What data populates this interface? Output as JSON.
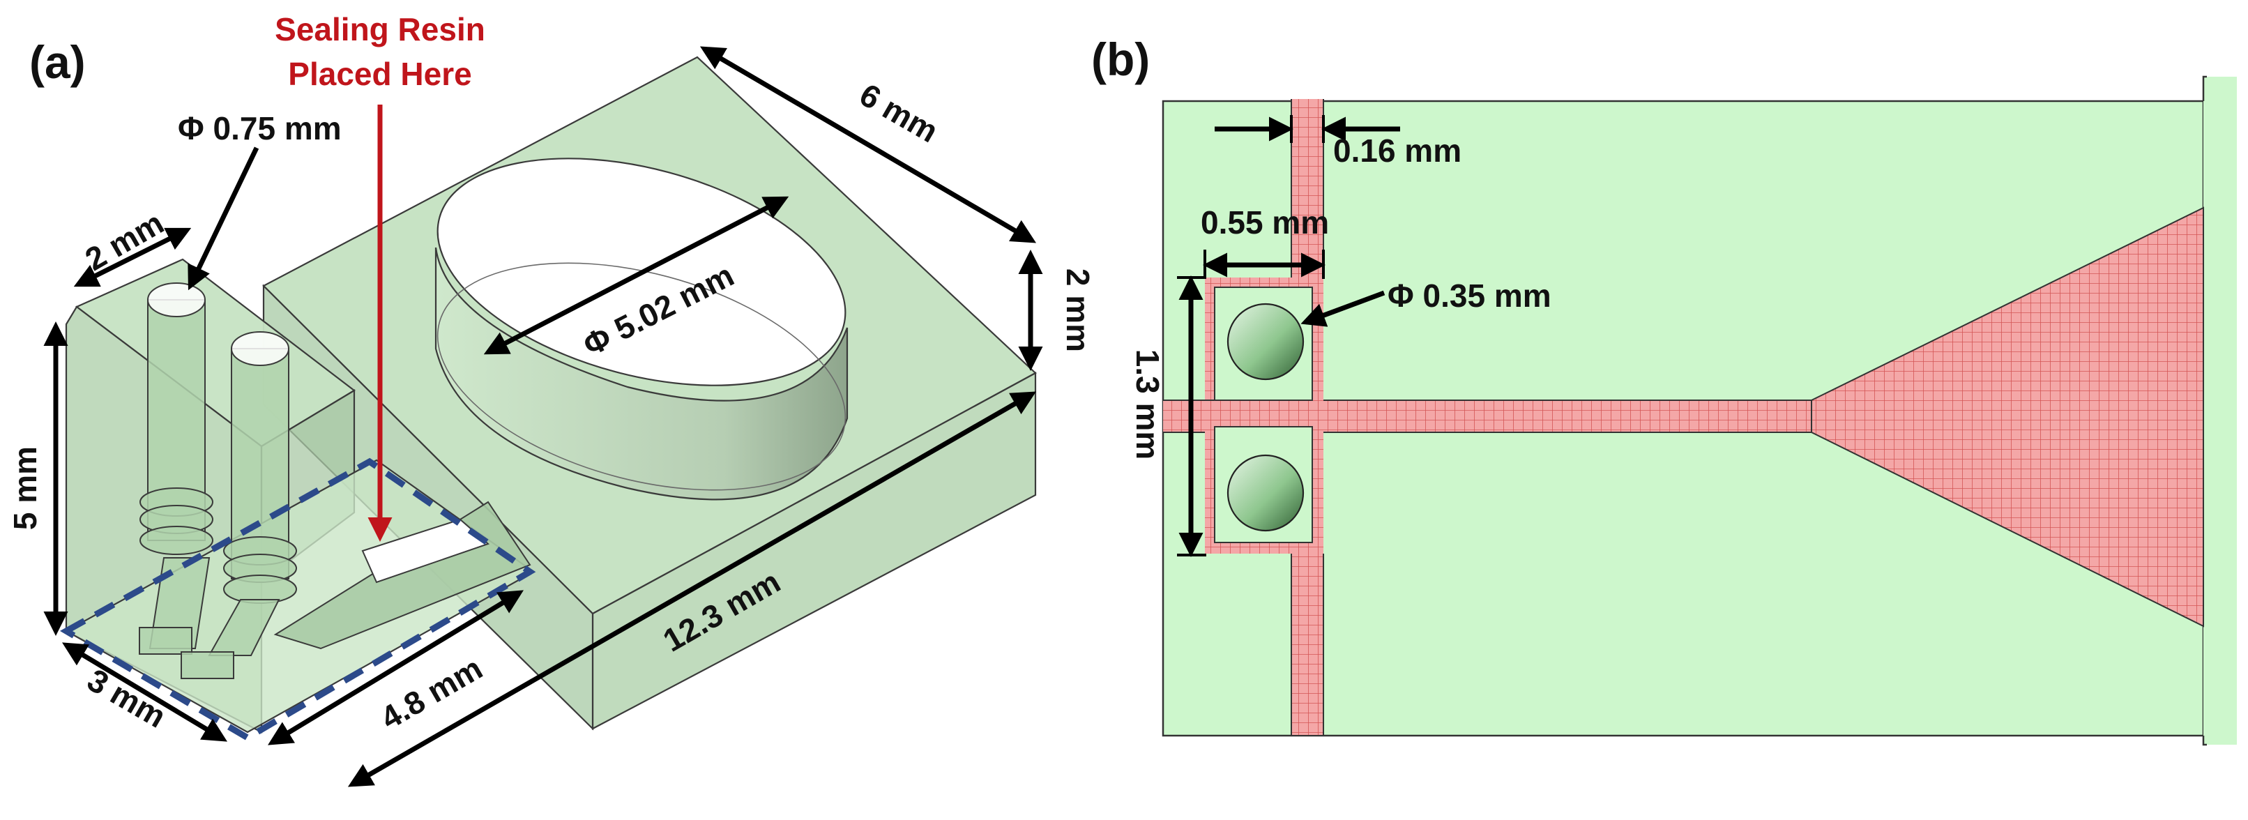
{
  "panel_a": {
    "label": "(a)",
    "annotation": {
      "line1": "Sealing Resin",
      "line2": "Placed Here",
      "color": "#c0151b"
    },
    "dims": {
      "hole": "Φ 0.75 mm",
      "width_2mm": "2 mm",
      "height_5mm": "5 mm",
      "depth_3mm": "3 mm",
      "length_4_8mm": "4.8 mm",
      "length_12_3mm": "12.3 mm",
      "width_6mm": "6 mm",
      "height_2mm": "2 mm",
      "well": "Φ  5.02 mm"
    },
    "colors": {
      "body": "#c6e3c3",
      "dashed_outline": "#2c4a8a"
    }
  },
  "panel_b": {
    "label": "(b)",
    "dims": {
      "gap": "0.16 mm",
      "width": "0.55 mm",
      "hole": "Φ 0.35 mm",
      "height": "1.3 mm"
    },
    "colors": {
      "substrate": "#cdf7cc",
      "mesh": "#f2a4a4",
      "mesh_line": "#d85a5a"
    }
  }
}
